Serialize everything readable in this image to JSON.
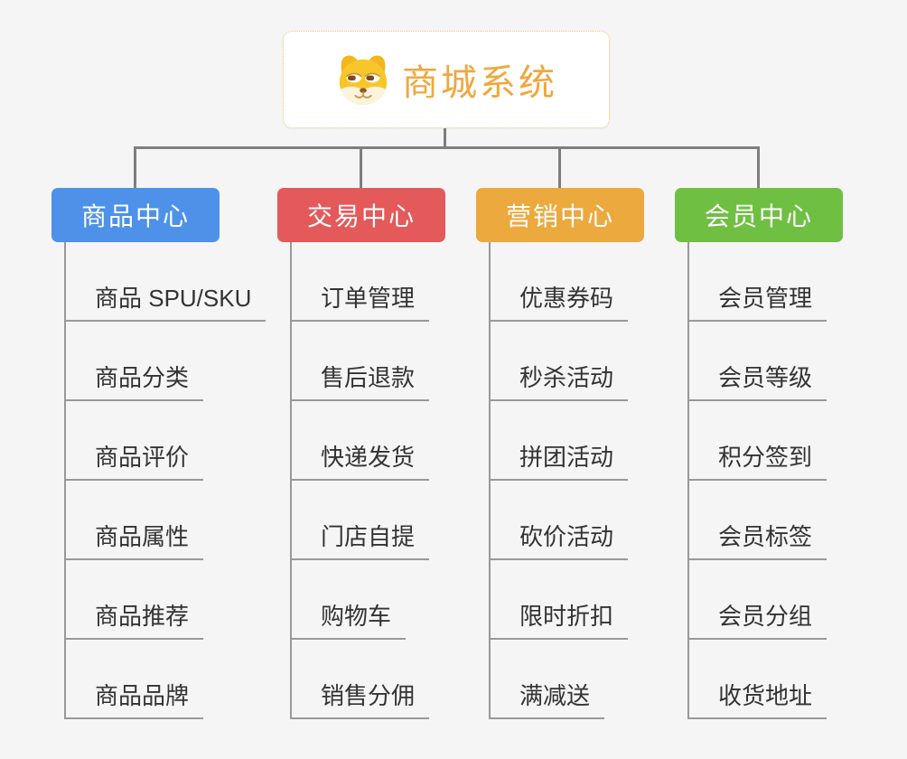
{
  "root": {
    "title": "商城系统",
    "icon": "dog-face-icon",
    "text_color": "#F1A73C",
    "border_color": "#F0C273",
    "background": "#FFFFFF"
  },
  "canvas": {
    "background": "#F5F5F6",
    "connector_color": "#7E7E7E",
    "child_line_color": "#999999",
    "child_text_color": "#333333"
  },
  "branches": [
    {
      "label": "商品中心",
      "color": "#4D91E8",
      "children": [
        "商品 SPU/SKU",
        "商品分类",
        "商品评价",
        "商品属性",
        "商品推荐",
        "商品品牌"
      ]
    },
    {
      "label": "交易中心",
      "color": "#E4595A",
      "children": [
        "订单管理",
        "售后退款",
        "快递发货",
        "门店自提",
        "购物车",
        "销售分佣"
      ]
    },
    {
      "label": "营销中心",
      "color": "#EBA93E",
      "children": [
        "优惠券码",
        "秒杀活动",
        "拼团活动",
        "砍价活动",
        "限时折扣",
        "满减送"
      ]
    },
    {
      "label": "会员中心",
      "color": "#6FC042",
      "children": [
        "会员管理",
        "会员等级",
        "积分签到",
        "会员标签",
        "会员分组",
        "收货地址"
      ]
    }
  ]
}
